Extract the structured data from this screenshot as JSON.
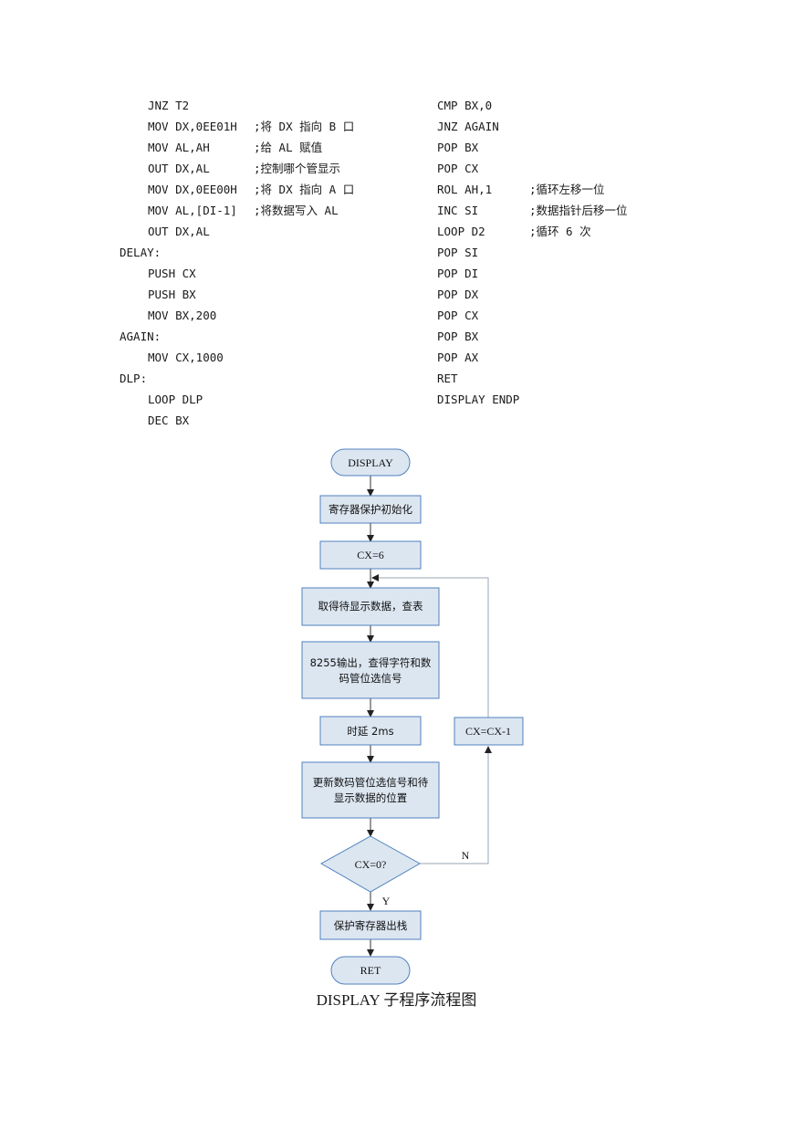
{
  "code_left": [
    {
      "label": "",
      "instr": "JNZ T2",
      "comment": ""
    },
    {
      "label": "",
      "instr": "MOV DX,0EE01H",
      "comment": ";将 DX 指向 B 口"
    },
    {
      "label": "",
      "instr": "MOV AL,AH",
      "comment": ";给 AL 赋值"
    },
    {
      "label": "",
      "instr": "OUT DX,AL",
      "comment": ";控制哪个管显示"
    },
    {
      "label": "",
      "instr": "MOV DX,0EE00H",
      "comment": ";将 DX 指向 A 口"
    },
    {
      "label": "",
      "instr": "MOV AL,[DI-1]",
      "comment": ";将数据写入 AL"
    },
    {
      "label": "",
      "instr": "OUT DX,AL",
      "comment": ""
    },
    {
      "label": "DELAY:",
      "instr": "",
      "comment": ""
    },
    {
      "label": "",
      "instr": "PUSH CX",
      "comment": ""
    },
    {
      "label": "",
      "instr": "PUSH BX",
      "comment": ""
    },
    {
      "label": "",
      "instr": "MOV BX,200",
      "comment": ""
    },
    {
      "label": "AGAIN:",
      "instr": "",
      "comment": ""
    },
    {
      "label": "",
      "instr": "MOV CX,1000",
      "comment": ""
    },
    {
      "label": "DLP:",
      "instr": "",
      "comment": ""
    },
    {
      "label": "",
      "instr": "LOOP DLP",
      "comment": ""
    },
    {
      "label": "",
      "instr": "DEC BX",
      "comment": ""
    }
  ],
  "code_right": [
    {
      "instr": "CMP BX,0",
      "comment": ""
    },
    {
      "instr": "JNZ AGAIN",
      "comment": ""
    },
    {
      "instr": "POP BX",
      "comment": ""
    },
    {
      "instr": "POP CX",
      "comment": ""
    },
    {
      "instr": "ROL AH,1",
      "comment": ";循环左移一位"
    },
    {
      "instr": "INC SI",
      "comment": ";数据指针后移一位"
    },
    {
      "instr": "LOOP D2",
      "comment": ";循环 6 次"
    },
    {
      "instr": "POP SI",
      "comment": ""
    },
    {
      "instr": "POP DI",
      "comment": ""
    },
    {
      "instr": "POP DX",
      "comment": ""
    },
    {
      "instr": "POP CX",
      "comment": ""
    },
    {
      "instr": "POP BX",
      "comment": ""
    },
    {
      "instr": "POP AX",
      "comment": ""
    },
    {
      "instr": "RET",
      "comment": ""
    },
    {
      "instr": "DISPLAY ENDP",
      "comment": ""
    }
  ],
  "flowchart": {
    "start": "DISPLAY",
    "init": "寄存器保护初始化",
    "set_cx": "CX=6",
    "fetch": "取得待显示数据，查表",
    "output_line1": "8255输出，查得字符和数",
    "output_line2": "码管位选信号",
    "delay": "时延 2ms",
    "update_line1": "更新数码管位选信号和待",
    "update_line2": "显示数据的位置",
    "decision": "CX=0?",
    "no_label": "N",
    "yes_label": "Y",
    "decrement": "CX=CX-1",
    "restore": "保护寄存器出栈",
    "end": "RET"
  },
  "caption": "DISPLAY 子程序流程图"
}
